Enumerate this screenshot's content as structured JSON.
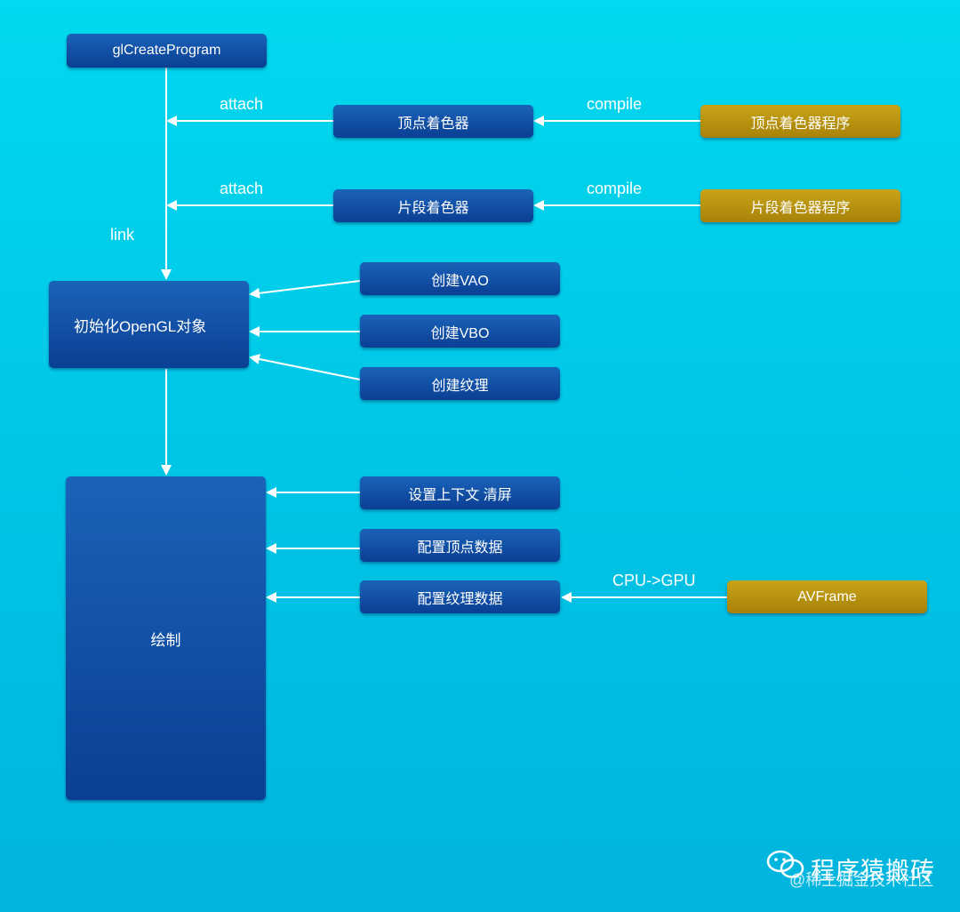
{
  "nodes": {
    "create_program": "glCreateProgram",
    "vertex_shader": "顶点着色器",
    "vertex_source": "顶点着色器程序",
    "fragment_shader": "片段着色器",
    "fragment_source": "片段着色器程序",
    "init_gl": "初始化OpenGL对象",
    "create_vao": "创建VAO",
    "create_vbo": "创建VBO",
    "create_texture": "创建纹理",
    "draw": "绘制",
    "setup_context": "设置上下文 清屏",
    "config_vertex": "配置顶点数据",
    "config_texture": "配置纹理数据",
    "avframe": "AVFrame"
  },
  "edge_labels": {
    "attach_vertex": "attach",
    "compile_vertex": "compile",
    "attach_fragment": "attach",
    "compile_fragment": "compile",
    "link": "link",
    "cpu_gpu": "CPU->GPU"
  },
  "watermark": {
    "title": "程序猿搬砖",
    "subtitle": "@稀土掘金技术社区"
  },
  "colors": {
    "background": "#00d2ea",
    "blue_node": "#0d4a9e",
    "gold_node": "#b8930f",
    "connector": "#ffffff"
  }
}
